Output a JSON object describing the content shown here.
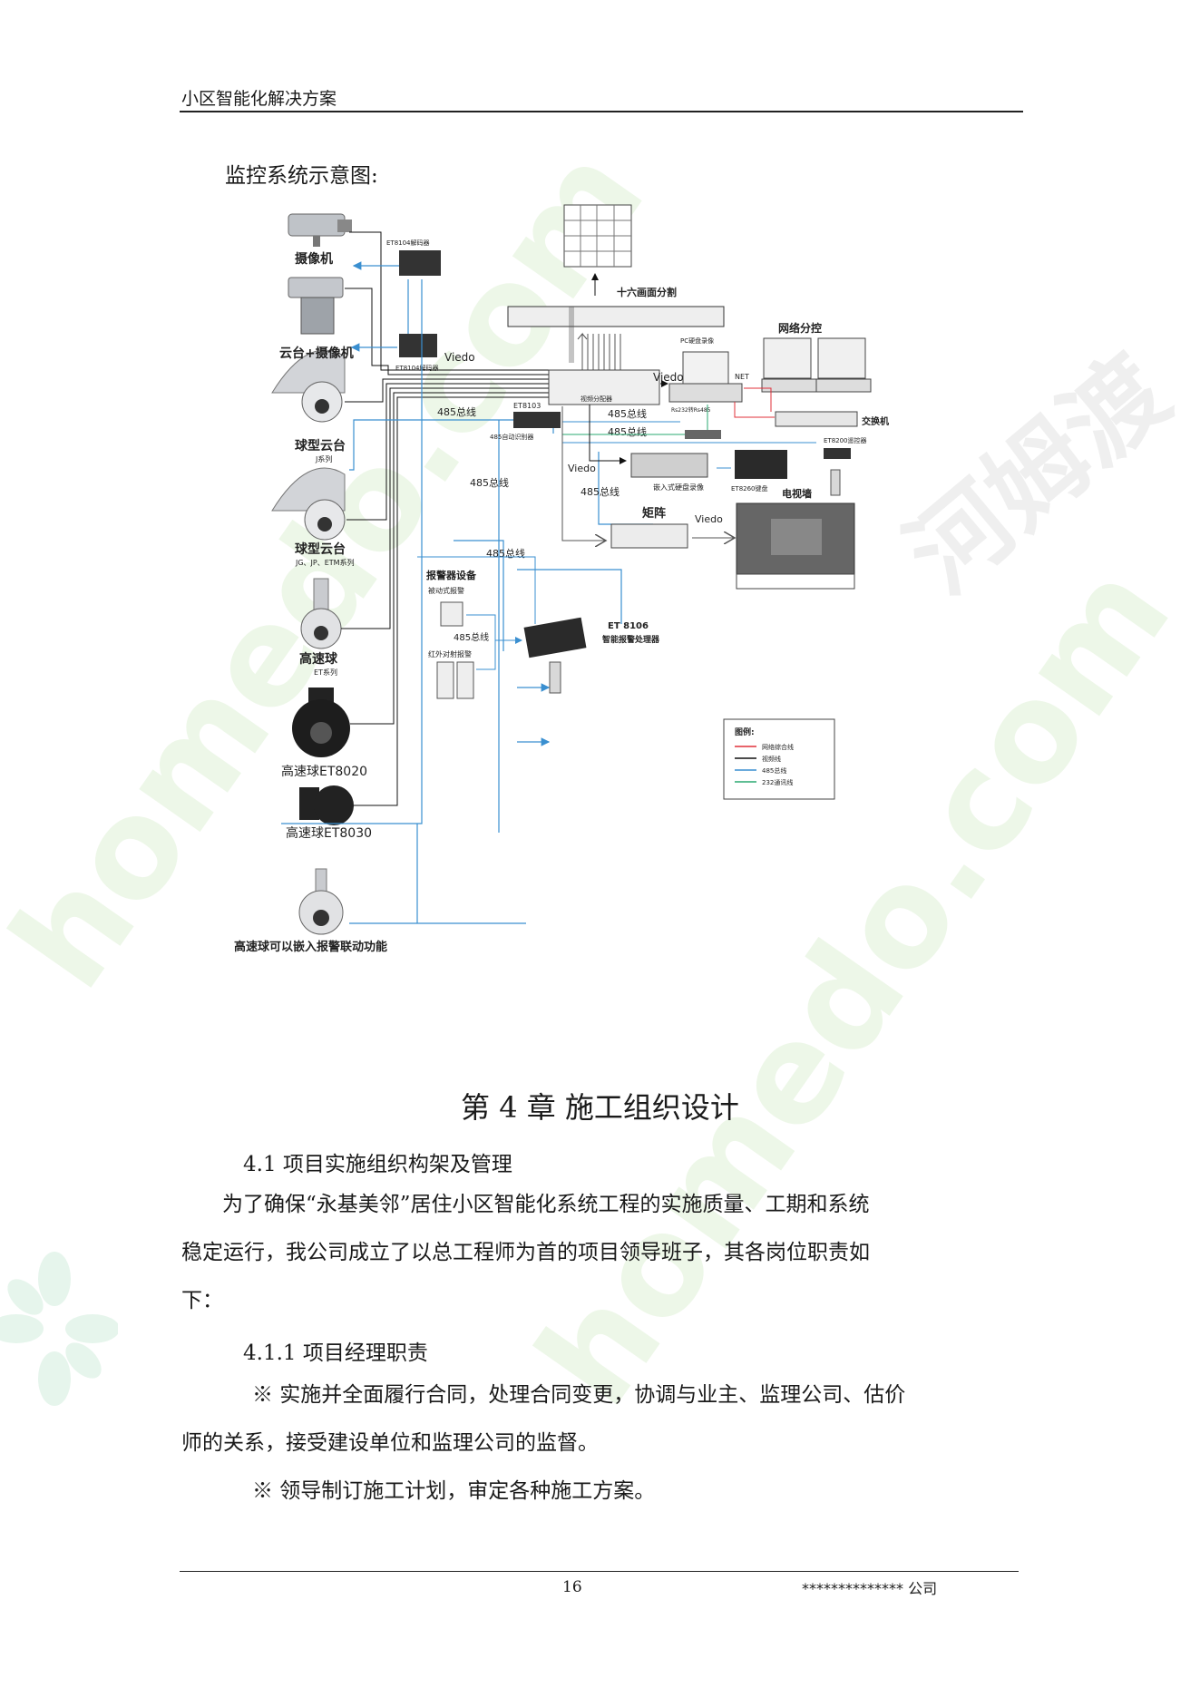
{
  "header": {
    "title": "小区智能化解决方案"
  },
  "caption": "监控系统示意图:",
  "diagram": {
    "devices": [
      "摄像机",
      "云台+摄像机",
      "球型云台",
      "J系列",
      "球型云台",
      "JG、JP、ETM系列",
      "高速球",
      "ET系列",
      "高速球ET8020",
      "高速球ET8030",
      "高速球可以嵌入报警联动功能"
    ],
    "decoders": [
      "ET8104解码器",
      "ET8104解码器"
    ],
    "labels": {
      "splitter16": "十六画面分割",
      "video_distributor": "视频分配器",
      "pc_dvr": "PC硬盘录像",
      "net_control": "网络分控",
      "switch": "交换机",
      "et8103": "ET8103",
      "auto_identifier": "485自动识别器",
      "rs232": "Rs232转Rs485",
      "et8200": "ET8200遥控器",
      "embedded_dvr": "嵌入式硬盘录像",
      "et8260": "ET8260键盘",
      "tv_wall": "电视墙",
      "matrix": "矩阵",
      "alarm_equipment": "报警器设备",
      "passive_alarm": "被动式报警",
      "infrared_alarm": "红外对射报警",
      "et8106": "ET 8106",
      "alarm_processor": "智能报警处理器",
      "net": "NET",
      "video": "Viedo",
      "bus485": "485总线"
    },
    "legend": {
      "title": "图例:",
      "items": [
        {
          "label": "网络综合线",
          "color": "#e0303a"
        },
        {
          "label": "视频线",
          "color": "#111111"
        },
        {
          "label": "485总线",
          "color": "#3a8fd0"
        },
        {
          "label": "232通讯线",
          "color": "#2aa870"
        }
      ]
    }
  },
  "chapter": "第 4 章  施工组织设计",
  "section_4_1": "4.1  项目实施组织构架及管理",
  "intro_lines": [
    "为了确保“永基美邻”居住小区智能化系统工程的实施质量、工期和系统",
    "稳定运行，我公司成立了以总工程师为首的项目领导班子，其各岗位职责如",
    "下："
  ],
  "section_4_1_1": "4.1.1  项目经理职责",
  "duty1_lines": [
    "※ 实施并全面履行合同，处理合同变更，协调与业主、监理公司、估价",
    "师的关系，接受建设单位和监理公司的监督。"
  ],
  "duty2": "※ 领导制订施工计划，审定各种施工方案。",
  "footer": {
    "page": "16",
    "company": "**************   公司"
  },
  "watermarks": [
    "homedo.com",
    "homedo.com",
    "河姆渡"
  ],
  "colors": {
    "bus485": "#3a8fd0",
    "video": "#111111",
    "network": "#e0303a",
    "comm232": "#2aa870",
    "watermark": "#e9f6e6"
  }
}
